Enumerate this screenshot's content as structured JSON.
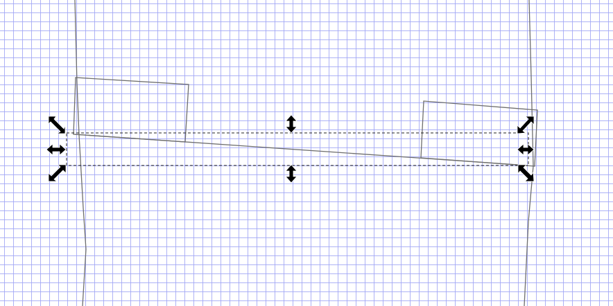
{
  "canvas": {
    "grid_color": "#a0a5f5",
    "background_color": "#ffffff",
    "stroke_color": "#6e6e6e",
    "handle_color": "#000000"
  },
  "selection": {
    "mode": "scale",
    "handles": [
      "scale-top-left-handle",
      "scale-top-handle",
      "scale-top-right-handle",
      "scale-left-handle",
      "scale-right-handle",
      "scale-bottom-left-handle",
      "scale-bottom-handle",
      "scale-bottom-right-handle"
    ]
  }
}
